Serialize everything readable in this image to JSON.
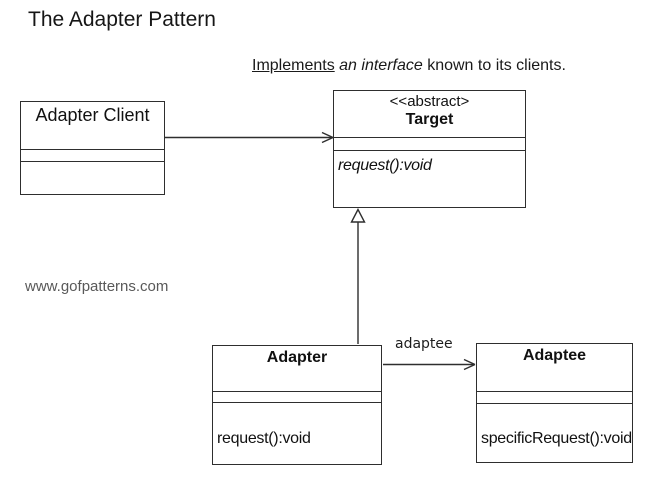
{
  "page": {
    "title": "The Adapter Pattern",
    "annotation": {
      "underlined": "Implements",
      "italic": " an interface ",
      "rest": "known to its clients."
    },
    "watermark": "www.gofpatterns.com"
  },
  "colors": {
    "line": "#2e2e2e",
    "text": "#161616",
    "watermark_text": "#595959",
    "background": "#ffffff"
  },
  "diagram": {
    "classes": {
      "adapter_client": {
        "name": "Adapter Client"
      },
      "target": {
        "stereotype": "<<abstract>",
        "name": "Target",
        "method": "request():void"
      },
      "adapter": {
        "name": "Adapter",
        "method": "request():void"
      },
      "adaptee": {
        "name": "Adaptee",
        "method": "specificRequest():void"
      }
    },
    "relationships": {
      "client_uses_target": {
        "type": "directed-association",
        "from": "Adapter Client",
        "to": "Target"
      },
      "adapter_implements_target": {
        "type": "generalization",
        "from": "Adapter",
        "to": "Target"
      },
      "adapter_uses_adaptee": {
        "type": "directed-association",
        "from": "Adapter",
        "to": "Adaptee",
        "label": "adaptee"
      }
    }
  }
}
